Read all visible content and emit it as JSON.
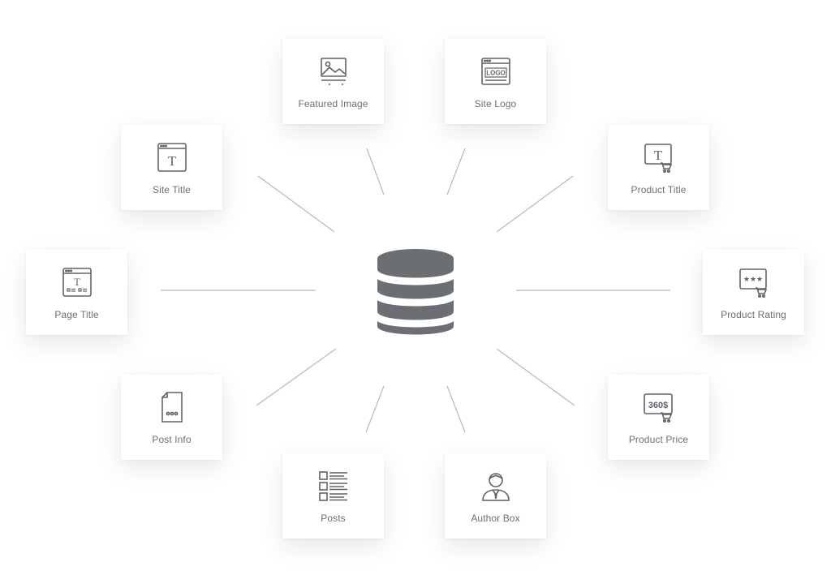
{
  "hub": {
    "icon": "database-icon",
    "color": "#6b6f73"
  },
  "widgets": {
    "featured_image": {
      "label": "Featured Image",
      "icon": "image-icon"
    },
    "site_logo": {
      "label": "Site Logo",
      "icon": "logo-window-icon"
    },
    "site_title": {
      "label": "Site Title",
      "icon": "title-window-icon"
    },
    "product_title": {
      "label": "Product Title",
      "icon": "product-title-icon"
    },
    "page_title": {
      "label": "Page Title",
      "icon": "page-title-window-icon"
    },
    "product_rating": {
      "label": "Product Rating",
      "icon": "product-rating-icon"
    },
    "post_info": {
      "label": "Post Info",
      "icon": "post-document-icon"
    },
    "product_price": {
      "label": "Product Price",
      "icon": "product-price-icon",
      "price_text": "360$"
    },
    "posts": {
      "label": "Posts",
      "icon": "posts-list-icon"
    },
    "author_box": {
      "label": "Author Box",
      "icon": "author-avatar-icon"
    }
  },
  "logo_icon_text": "LOGO",
  "title_icon_text": "T",
  "colors": {
    "icon_stroke": "#5f6368",
    "label": "#6b6f76",
    "connector": "#b5b9be"
  }
}
